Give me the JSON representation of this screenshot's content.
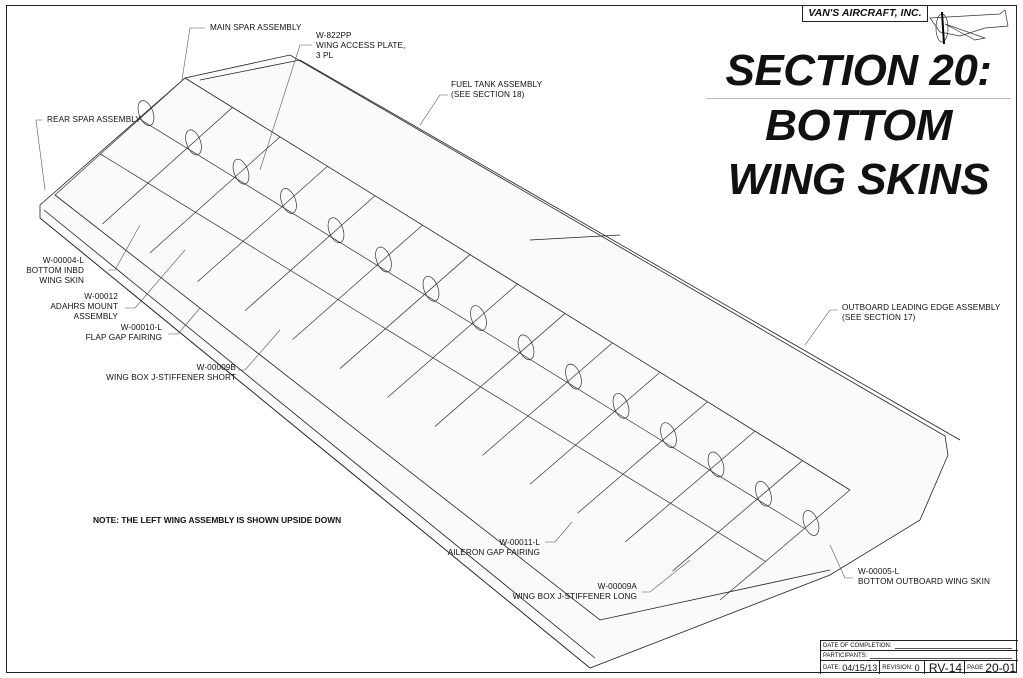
{
  "header": {
    "company": "VAN'S AIRCRAFT, INC.",
    "title_line1": "SECTION 20:",
    "title_line2": "BOTTOM",
    "title_line3": "WING SKINS"
  },
  "callouts": {
    "main_spar": "MAIN SPAR ASSEMBLY",
    "access_plate_1": "W-822PP",
    "access_plate_2": "WING ACCESS PLATE,",
    "access_plate_3": "3 PL",
    "fuel_tank_1": "FUEL TANK ASSEMBLY",
    "fuel_tank_2": "(SEE SECTION 18)",
    "rear_spar": "REAR SPAR ASSEMBLY",
    "inbd_skin_1": "W-00004-L",
    "inbd_skin_2": "BOTTOM INBD",
    "inbd_skin_3": "WING SKIN",
    "adahrs_1": "W-00012",
    "adahrs_2": "ADAHRS MOUNT",
    "adahrs_3": "ASSEMBLY",
    "flap_gap_1": "W-00010-L",
    "flap_gap_2": "FLAP GAP FAIRING",
    "stiff_short_1": "W-00009B",
    "stiff_short_2": "WING BOX J-STIFFENER SHORT",
    "outbd_le_1": "OUTBOARD LEADING EDGE ASSEMBLY",
    "outbd_le_2": "(SEE SECTION 17)",
    "aileron_gap_1": "W-00011-L",
    "aileron_gap_2": "AILERON GAP FAIRING",
    "stiff_long_1": "W-00009A",
    "stiff_long_2": "WING BOX J-STIFFENER LONG",
    "outbd_skin_1": "W-00005-L",
    "outbd_skin_2": "BOTTOM OUTBOARD WING SKIN"
  },
  "note": "NOTE: THE LEFT WING ASSEMBLY IS SHOWN UPSIDE DOWN",
  "title_block": {
    "date_of_completion_label": "DATE OF COMPLETION:",
    "participants_label": "PARTICIPANTS:",
    "date_label": "DATE:",
    "date": "04/15/13",
    "revision_label": "REVISION:",
    "revision": "0",
    "model": "RV-14",
    "page_label": "PAGE",
    "page": "20-01"
  }
}
